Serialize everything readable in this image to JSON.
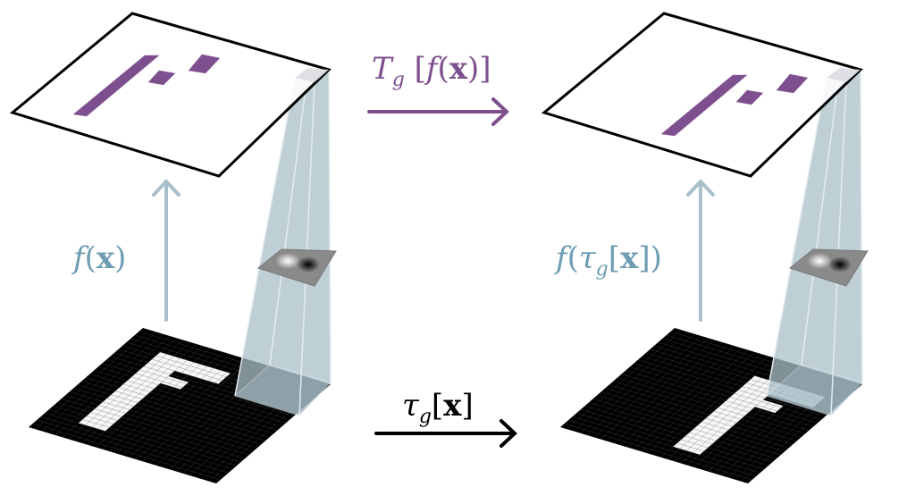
{
  "labels": {
    "transform_output": {
      "main": "T",
      "sub": "g",
      "open": " [",
      "f": "f",
      "p1": "(",
      "x": "x",
      "p2": ")]"
    },
    "feature_left": {
      "f": "f",
      "p1": "(",
      "x": "x",
      "p2": ")"
    },
    "feature_right": {
      "f": "f",
      "p1": "(",
      "tau": "τ",
      "sub": "g",
      "b1": "[",
      "x": "x",
      "b2": "])"
    },
    "transform_input": {
      "tau": "τ",
      "sub": "g",
      "b1": "[",
      "x": "x",
      "b2": "]"
    }
  },
  "colors": {
    "feature_purple": "#7d4f8e",
    "arrow_blue": "#a9c0cb",
    "label_blue": "#6e9db3",
    "frustum": "#a9bfc8",
    "input_black": "#000000"
  }
}
